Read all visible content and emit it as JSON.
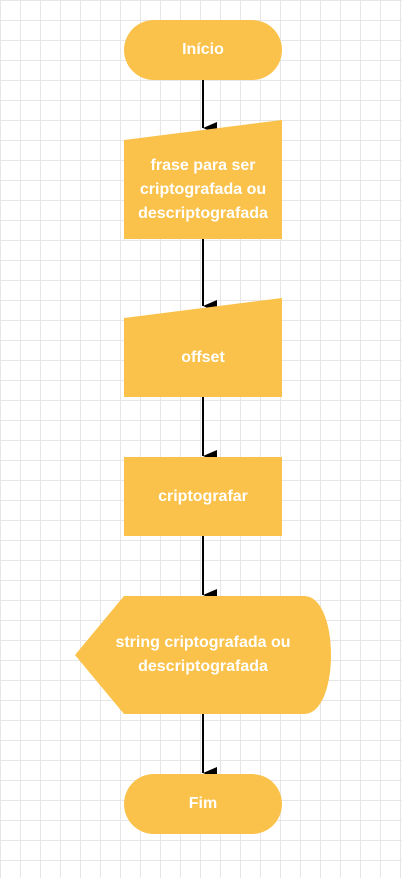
{
  "colors": {
    "node_fill": "#FAC24A",
    "text": "#FFFFFF",
    "arrow": "#000000",
    "grid": "#E6E6E6",
    "background": "#FFFFFF"
  },
  "flowchart": {
    "start": {
      "shape": "terminator",
      "label": "Início"
    },
    "input_phrase": {
      "shape": "manual-input",
      "label": "frase para ser\ncriptografada ou\ndescriptografada"
    },
    "input_offset": {
      "shape": "manual-input",
      "label": "offset"
    },
    "process": {
      "shape": "process",
      "label": "criptografar"
    },
    "output": {
      "shape": "display",
      "label": "string criptografada ou\ndescriptografada"
    },
    "end": {
      "shape": "terminator",
      "label": "Fim"
    }
  }
}
